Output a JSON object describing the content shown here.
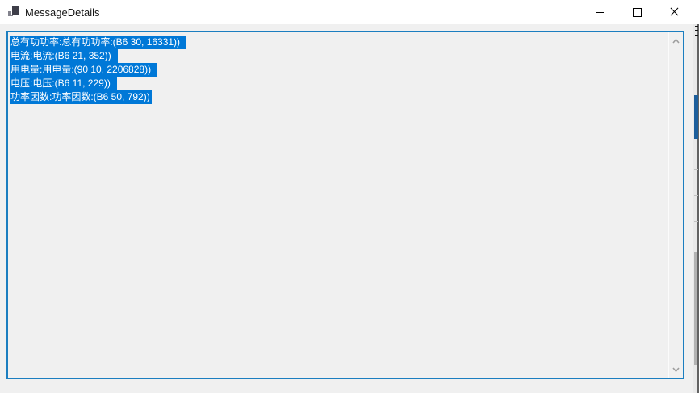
{
  "window": {
    "title": "MessageDetails",
    "icon": "app-window-icon",
    "controls": {
      "minimize_label": "Minimize",
      "maximize_label": "Maximize",
      "close_label": "Close"
    }
  },
  "messages": {
    "selected": true,
    "lines": [
      "总有功功率:总有功功率:(B6 30, 16331))",
      "电流:电流:(B6 21, 352))",
      "用电量:用电量:(90 10, 2206828))",
      "电压:电压:(B6 11, 229))",
      "功率因数:功率因数:(B6 50, 792))"
    ]
  },
  "scrollbar": {
    "up_icon": "chevron-up",
    "down_icon": "chevron-down"
  },
  "colors": {
    "selection_background": "#0078d7",
    "selection_text": "#ffffff",
    "textbox_border": "#1b7ec0",
    "form_background": "#f0f0f0",
    "titlebar_background": "#ffffff"
  }
}
